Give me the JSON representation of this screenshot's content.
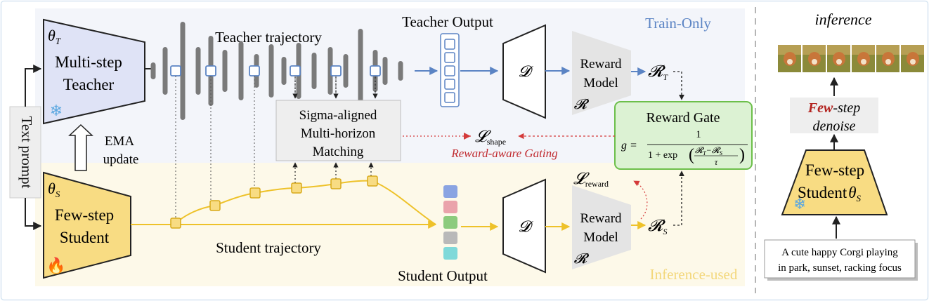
{
  "teacher": {
    "symbol": "θ",
    "symbol_sub": "T",
    "title_line1": "Multi-step",
    "title_line2": "Teacher",
    "trajectory_label": "Teacher trajectory",
    "output_label": "Teacher Output",
    "reward_symbol": "𝓡",
    "reward_sub": "T"
  },
  "student": {
    "symbol": "θ",
    "symbol_sub": "S",
    "title_line1": "Few-step",
    "title_line2": "Student",
    "trajectory_label": "Student trajectory",
    "output_label": "Student Output",
    "reward_symbol": "𝓡",
    "reward_sub": "S"
  },
  "text_prompt_label": "Text prompt",
  "ema": {
    "line1": "EMA",
    "line2": "update"
  },
  "region_labels": {
    "train": "Train-Only",
    "inference": "Inference-used"
  },
  "decoder_symbol": "𝓓",
  "reward_model": {
    "line1": "Reward",
    "line2": "Model",
    "symbol": "𝓡"
  },
  "matching": {
    "line1": "Sigma-aligned",
    "line2": "Multi-horizon",
    "line3": "Matching"
  },
  "losses": {
    "shape_symbol": "𝓛",
    "shape_sub": "shape",
    "reward_symbol": "𝓛",
    "reward_sub": "reward",
    "gating_label": "Reward-aware Gating"
  },
  "reward_gate": {
    "title": "Reward Gate",
    "g": "g =",
    "numerator": "1",
    "denominator_prefix": "1 + exp",
    "frac_top": "𝓡",
    "frac_top_sub_t": "T",
    "frac_top_minus": "−",
    "frac_top_sub_s": "S",
    "frac_bottom": "τ"
  },
  "inference": {
    "title": "inference",
    "denoise_line1_bold": "Few",
    "denoise_line1_rest": "-step",
    "denoise_line2": "denoise",
    "student_line1": "Few-step",
    "student_line2": "Student",
    "student_symbol": "θ",
    "student_sub": "S",
    "prompt_line1": "A cute happy Corgi playing",
    "prompt_line2": "in park, sunset, racking focus"
  },
  "colors": {
    "teacher_fill": "#dfe3f6",
    "student_fill": "#f8dc83",
    "train_bg": "#f3f5fa",
    "inference_bg": "#fdf9e9",
    "blue_line": "#5b84c4",
    "yellow_line": "#eec22a",
    "red_dotted": "#d43a3a",
    "gate_fill": "#dcf2d3",
    "gate_border": "#6cbf4a",
    "matching_fill": "#eeeeee",
    "trajectory_bar": "#7a7a7a",
    "train_label": "#5b84c4",
    "inference_label": "#f3d77a",
    "gating_red": "#c0282d"
  }
}
